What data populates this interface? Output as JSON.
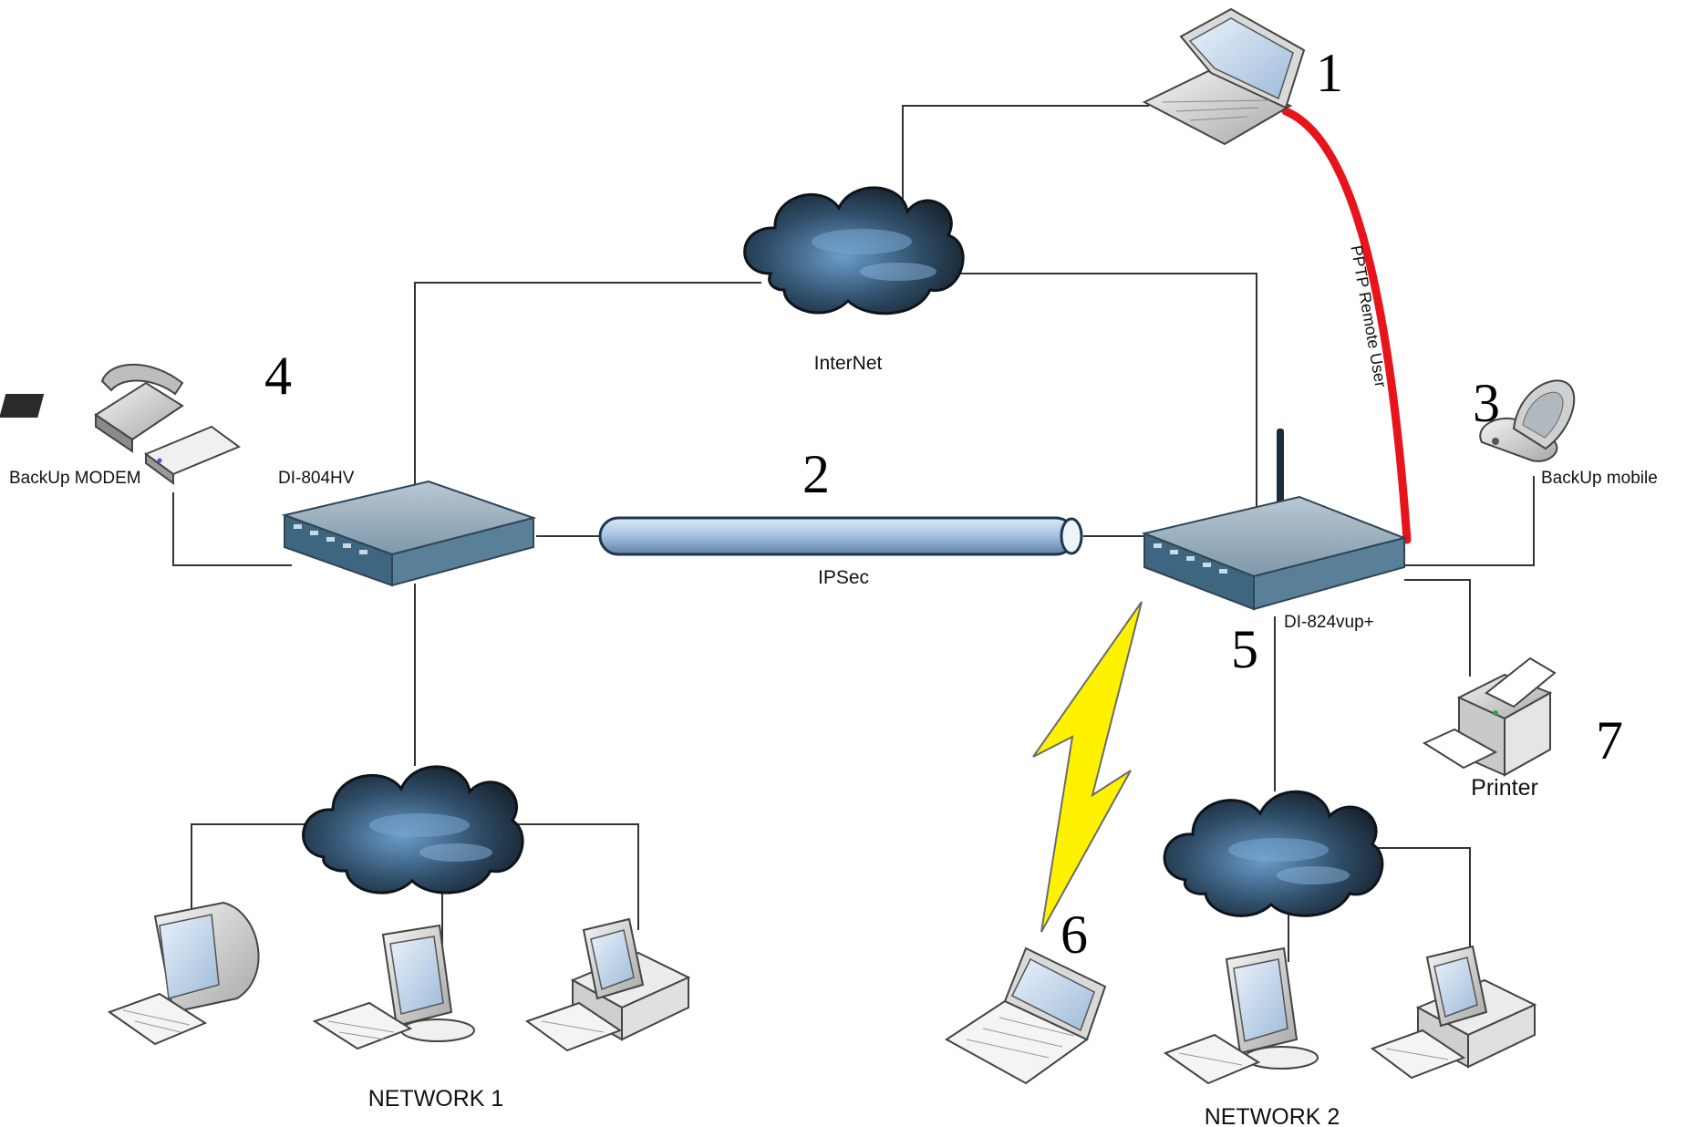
{
  "labels": {
    "internet": "InterNet",
    "ipsec": "IPSec",
    "pptp": "PPTP Remote User",
    "router_left": "DI-804HV",
    "router_right": "DI-824vup+",
    "backup_modem": "BackUp MODEM",
    "backup_mobile": "BackUp mobile",
    "printer": "Printer",
    "network1": "NETWORK 1",
    "network2": "NETWORK 2"
  },
  "markers": [
    "1",
    "2",
    "3",
    "4",
    "5",
    "6",
    "7"
  ],
  "colors": {
    "pptp_link": "#e8141b",
    "wireless_bolt": "#fff200",
    "cloud_dark": "#1c2733",
    "cloud_light": "#5b8db8",
    "router_body": "#4f7590",
    "tunnel": "#a9c6e6"
  }
}
